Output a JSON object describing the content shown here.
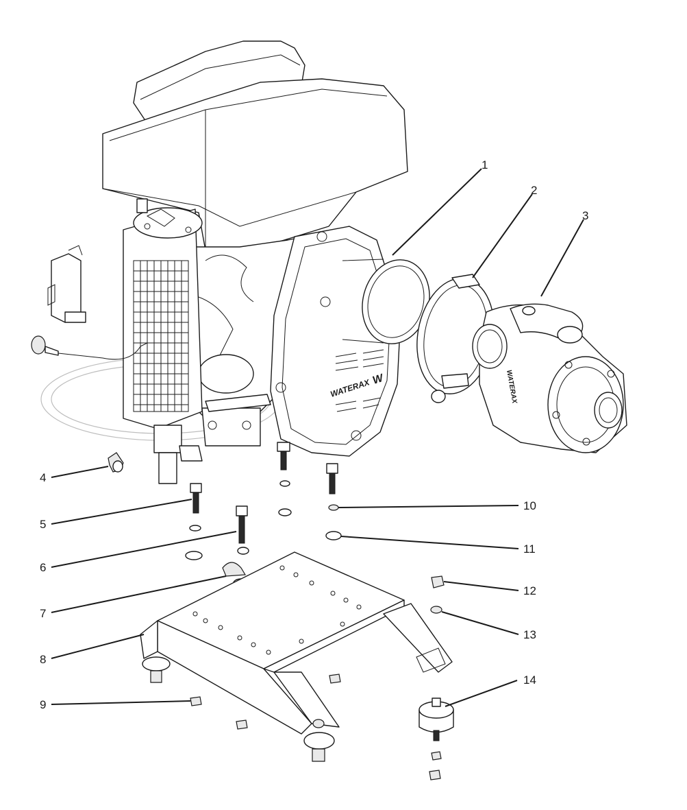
{
  "brand": {
    "pump_logo_text": "WATERAX",
    "pump_logo_mark": "W"
  },
  "callouts": [
    {
      "id": 1,
      "label": "1"
    },
    {
      "id": 2,
      "label": "2"
    },
    {
      "id": 3,
      "label": "3"
    },
    {
      "id": 4,
      "label": "4"
    },
    {
      "id": 5,
      "label": "5"
    },
    {
      "id": 6,
      "label": "6"
    },
    {
      "id": 7,
      "label": "7"
    },
    {
      "id": 8,
      "label": "8"
    },
    {
      "id": 9,
      "label": "9"
    },
    {
      "id": 10,
      "label": "10"
    },
    {
      "id": 11,
      "label": "11"
    },
    {
      "id": 12,
      "label": "12"
    },
    {
      "id": 13,
      "label": "13"
    },
    {
      "id": 14,
      "label": "14"
    }
  ]
}
